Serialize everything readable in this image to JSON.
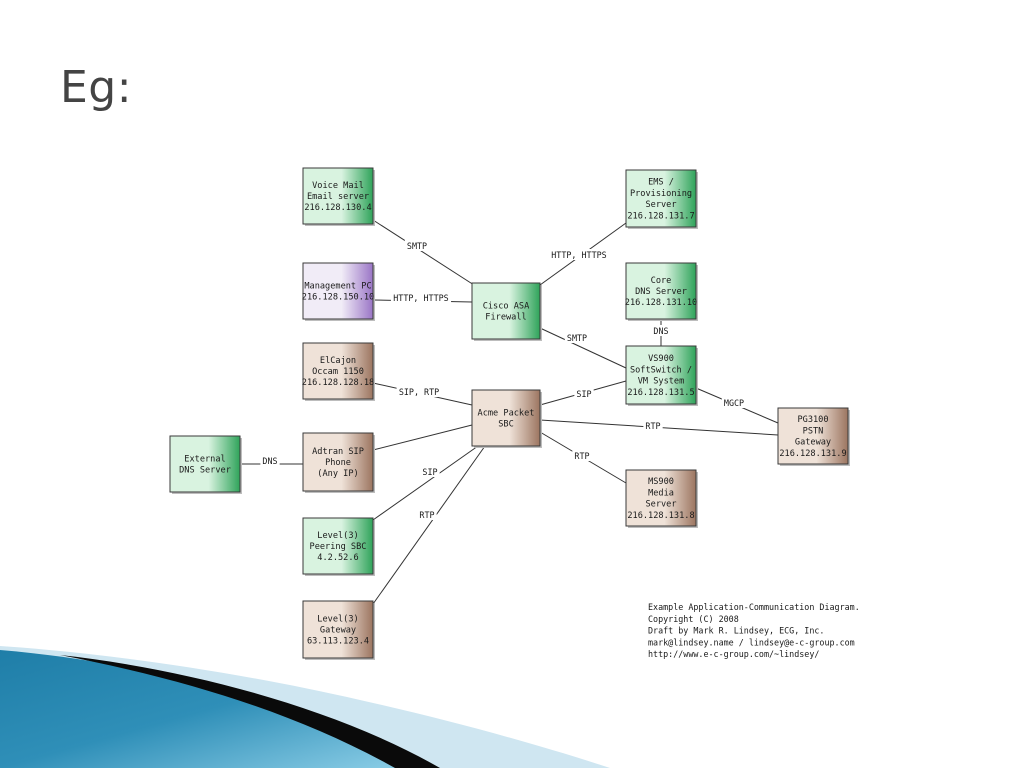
{
  "slide": {
    "title": "Eg:"
  },
  "colors": {
    "green_light": "#d9f3e0",
    "green_dark": "#2fa35a",
    "purple_light": "#f1ecf7",
    "purple_dark": "#9a75c6",
    "brown_light": "#efe2d8",
    "brown_dark": "#9c7560",
    "decor_blue": "#2f8fb8",
    "decor_black": "#0a0a0a"
  },
  "diagram": {
    "nodes": [
      {
        "id": "voicemail",
        "color": "green",
        "lines": [
          "Voice Mail",
          "Email server",
          "216.128.130.4"
        ]
      },
      {
        "id": "ems",
        "color": "green",
        "lines": [
          "EMS /",
          "Provisioning",
          "Server",
          "216.128.131.7"
        ]
      },
      {
        "id": "mgmt-pc",
        "color": "purple",
        "lines": [
          "Management PC",
          "216.128.150.10"
        ]
      },
      {
        "id": "cisco-asa",
        "color": "green",
        "lines": [
          "Cisco ASA",
          "Firewall"
        ]
      },
      {
        "id": "core-dns",
        "color": "green",
        "lines": [
          "Core",
          "DNS Server",
          "216.128.131.10"
        ]
      },
      {
        "id": "elcajon",
        "color": "brown",
        "lines": [
          "ElCajon",
          "Occam 1150",
          "216.128.128.18"
        ]
      },
      {
        "id": "vs900",
        "color": "green",
        "lines": [
          "VS900",
          "SoftSwitch /",
          "VM System",
          "216.128.131.5"
        ]
      },
      {
        "id": "acme-sbc",
        "color": "brown",
        "lines": [
          "Acme Packet",
          "SBC"
        ]
      },
      {
        "id": "ext-dns",
        "color": "green",
        "lines": [
          "External",
          "DNS Server"
        ]
      },
      {
        "id": "adtran",
        "color": "brown",
        "lines": [
          "Adtran SIP",
          "Phone",
          "(Any IP)"
        ]
      },
      {
        "id": "pg3100",
        "color": "brown",
        "lines": [
          "PG3100",
          "PSTN",
          "Gateway",
          "216.128.131.9"
        ]
      },
      {
        "id": "ms900",
        "color": "brown",
        "lines": [
          "MS900",
          "Media",
          "Server",
          "216.128.131.8"
        ]
      },
      {
        "id": "level3-sbc",
        "color": "green",
        "lines": [
          "Level(3)",
          "Peering SBC",
          "4.2.52.6"
        ]
      },
      {
        "id": "level3-gw",
        "color": "brown",
        "lines": [
          "Level(3)",
          "Gateway",
          "63.113.123.4"
        ]
      }
    ],
    "edges": [
      {
        "id": "voicemail-asa",
        "label": "SMTP"
      },
      {
        "id": "ems-asa",
        "label": "HTTP, HTTPS"
      },
      {
        "id": "mgmt-asa",
        "label": "HTTP, HTTPS"
      },
      {
        "id": "asa-vs900",
        "label": "SMTP"
      },
      {
        "id": "coredns-vs900",
        "label": "DNS"
      },
      {
        "id": "elcajon-sbc",
        "label": "SIP, RTP"
      },
      {
        "id": "sbc-vs900",
        "label": "SIP"
      },
      {
        "id": "vs900-pg3100",
        "label": "MGCP"
      },
      {
        "id": "sbc-pg3100",
        "label": "RTP"
      },
      {
        "id": "sbc-ms900",
        "label": "RTP"
      },
      {
        "id": "extdns-adtran",
        "label": "DNS"
      },
      {
        "id": "adtran-sbc",
        "label": ""
      },
      {
        "id": "level3sbc-sbc",
        "label": "SIP"
      },
      {
        "id": "level3gw-sbc",
        "label": "RTP"
      }
    ],
    "caption": [
      "Example Application-Communication Diagram.",
      "Copyright (C) 2008",
      "Draft by Mark R. Lindsey, ECG, Inc.",
      "mark@lindsey.name / lindsey@e-c-group.com",
      "http://www.e-c-group.com/~lindsey/"
    ]
  }
}
